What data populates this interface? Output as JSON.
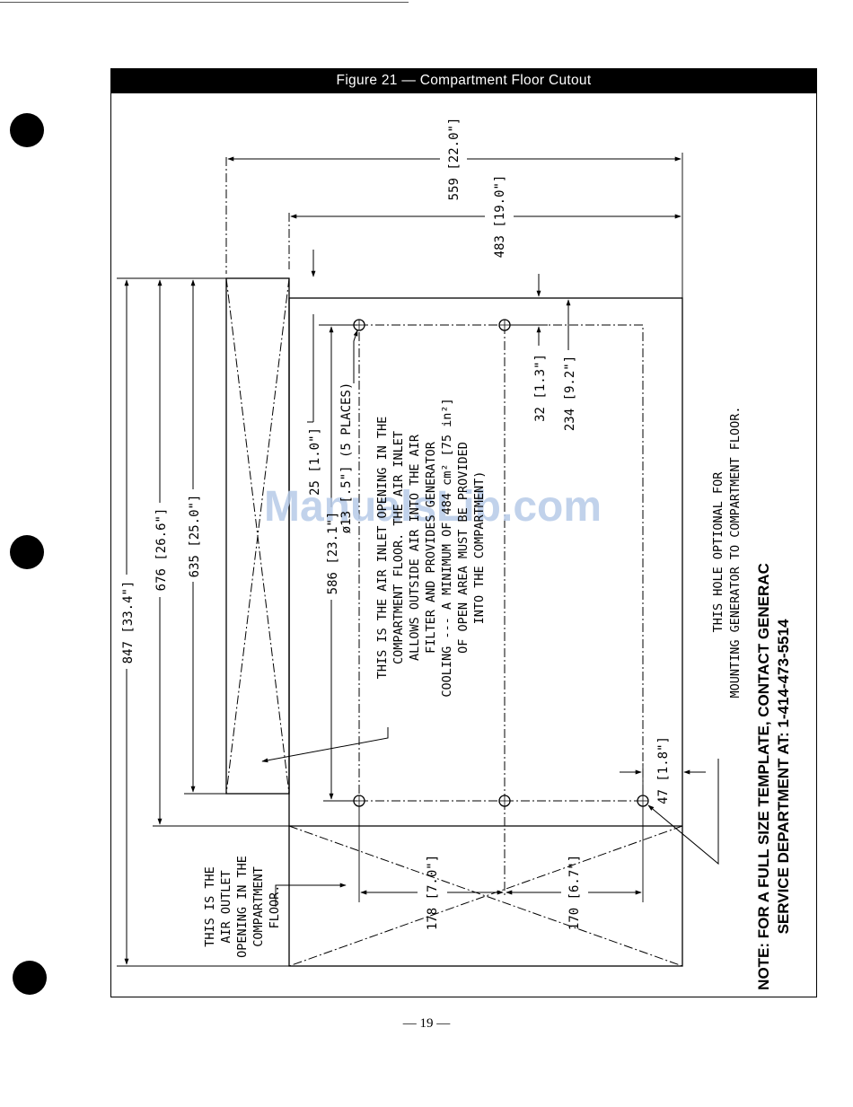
{
  "page": {
    "page_number": "— 19 —"
  },
  "figure": {
    "title": "Figure 21 — Compartment Floor Cutout"
  },
  "dimensions": {
    "d847": "847 [33.4\"]",
    "d676": "676 [26.6\"]",
    "d635": "635 [25.0\"]",
    "d586": "586 [23.1\"]",
    "d25": "25 [1.0\"]",
    "d559": "559 [22.0\"]",
    "d483": "483 [19.0\"]",
    "d32": "32 [1.3\"]",
    "d234": "234 [9.2\"]",
    "d47": "47 [1.8\"]",
    "d178": "178 [7.0\"]",
    "d170": "170 [6.7\"]",
    "hole": "ø13 [.5\"] (5 PLACES)"
  },
  "notes": {
    "inlet": [
      "THIS IS THE AIR INLET OPENING IN THE",
      "COMPARTMENT FLOOR. THE AIR INLET",
      "ALLOWS OUTSIDE AIR INTO THE AIR",
      "FILTER AND PROVIDES GENERATOR",
      "COOLING --- A MINIMUM OF 484 cm² [75 in²]",
      "OF OPEN AREA MUST BE PROVIDED",
      "INTO THE COMPARTMENT)"
    ],
    "outlet": [
      "THIS IS THE",
      "AIR OUTLET",
      "OPENING IN THE",
      "COMPARTMENT",
      "FLOOR."
    ],
    "optional": [
      "THIS HOLE OPTIONAL FOR",
      "MOUNTING GENERATOR TO COMPARTMENT FLOOR."
    ],
    "template": [
      "NOTE: FOR A FULL SIZE TEMPLATE, CONTACT GENERAC",
      "SERVICE DEPARTMENT AT: 1-414-473-5514"
    ]
  },
  "watermark": "ManualsLib.com"
}
